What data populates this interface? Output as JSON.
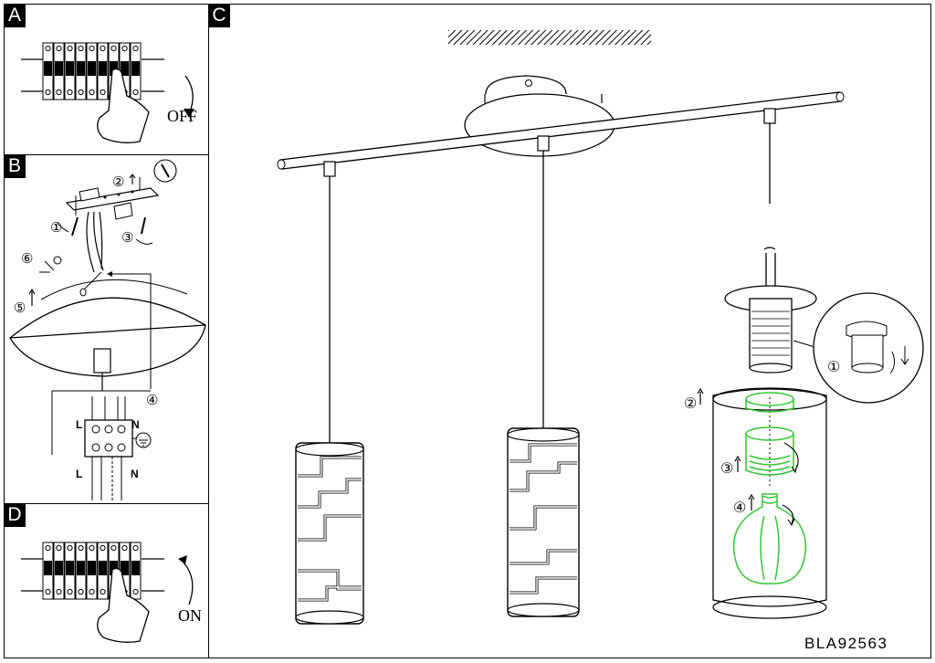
{
  "panels": {
    "a": {
      "letter": "A",
      "caption": "OFF"
    },
    "b": {
      "letter": "B",
      "terminal_live": "L",
      "terminal_neutral": "N",
      "terminal_live_2": "L",
      "terminal_neutral_2": "N",
      "steps": [
        "②",
        "①",
        "③",
        "⑥",
        "⑤",
        "④"
      ]
    },
    "c": {
      "letter": "C",
      "steps": [
        "①",
        "②",
        "③",
        "④"
      ]
    },
    "d": {
      "letter": "D",
      "caption": "ON"
    }
  },
  "model_code": "BLA92563",
  "icons": [
    "hand-icon",
    "arrow-down-icon",
    "arrow-up-icon",
    "ground-icon",
    "screw-icon",
    "bulb-icon"
  ],
  "colors": {
    "line": "#000000",
    "accent_green": "#35c435"
  }
}
